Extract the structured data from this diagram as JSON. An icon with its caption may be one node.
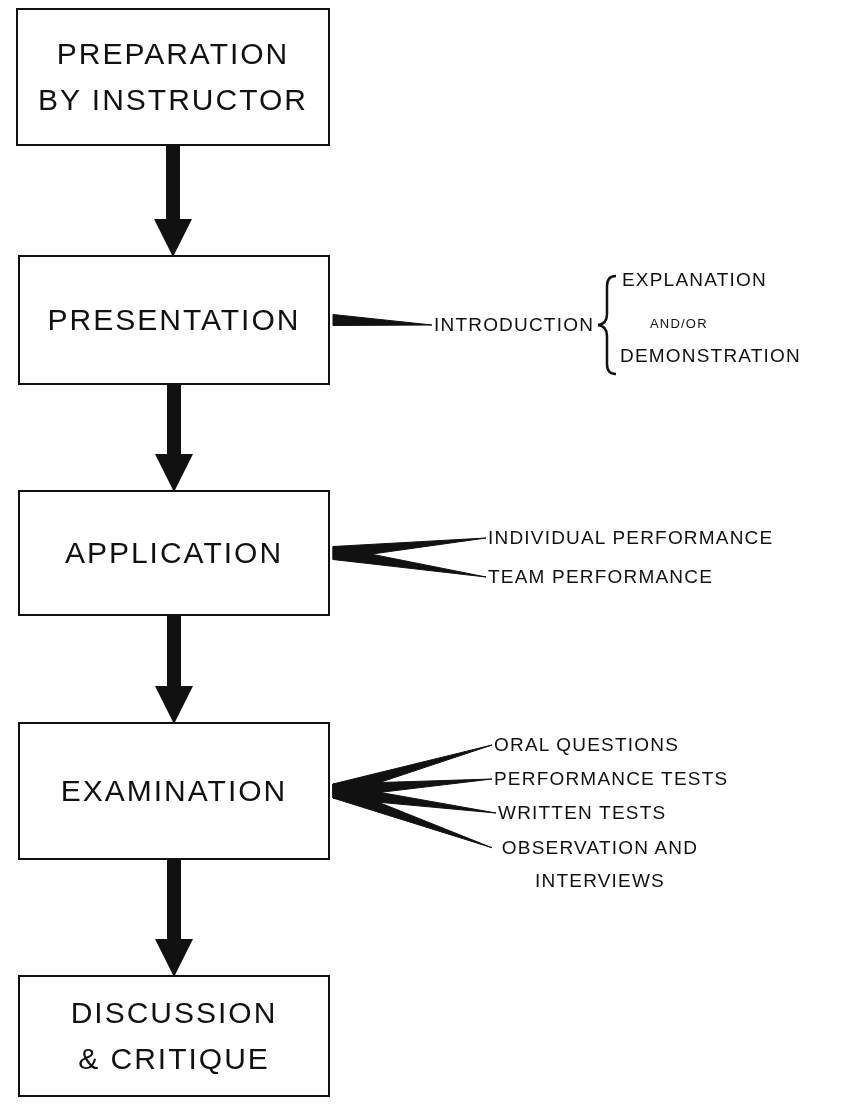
{
  "diagram": {
    "nodes": [
      {
        "text": [
          "PREPARATION BY INSTRUCTOR"
        ]
      },
      {
        "text": [
          "PRESENTATION"
        ]
      },
      {
        "text": [
          "APPLICATION"
        ]
      },
      {
        "text": [
          "EXAMINATION"
        ]
      },
      {
        "text": [
          "DISCUSSION & CRITIQUE"
        ]
      },
      {
        "text": [
          "INTRODUCTION"
        ]
      },
      {
        "text": [
          "INDIVIDUAL PERFORMANCE"
        ]
      },
      {
        "text": [
          "TEAM PERFORMANCE"
        ]
      },
      {
        "text": [
          "ORAL QUESTIONS"
        ]
      },
      {
        "text": [
          "PERFORMANCE TESTS"
        ]
      },
      {
        "text": [
          "WRITTEN TESTS"
        ]
      },
      {
        "text": [
          "OBSERVATION AND INTERVIEWS"
        ]
      }
    ],
    "edges": [
      {
        "from": 0,
        "to": 1,
        "arrow": "to"
      },
      {
        "from": 1,
        "to": 2,
        "arrow": "to"
      },
      {
        "from": 2,
        "to": 3,
        "arrow": "to"
      },
      {
        "from": 3,
        "to": 4,
        "arrow": "to"
      },
      {
        "from": 1,
        "to": 5,
        "arrow": "none"
      },
      {
        "from": 2,
        "to": 6,
        "arrow": "none"
      },
      {
        "from": 2,
        "to": 7,
        "arrow": "none"
      },
      {
        "from": 3,
        "to": 8,
        "arrow": "none"
      },
      {
        "from": 3,
        "to": 9,
        "arrow": "none"
      },
      {
        "from": 3,
        "to": 10,
        "arrow": "none"
      },
      {
        "from": 3,
        "to": 11,
        "arrow": "none"
      }
    ],
    "labels": [
      "EXPLANATION",
      "AND/OR",
      "DEMONSTRATION"
    ]
  }
}
